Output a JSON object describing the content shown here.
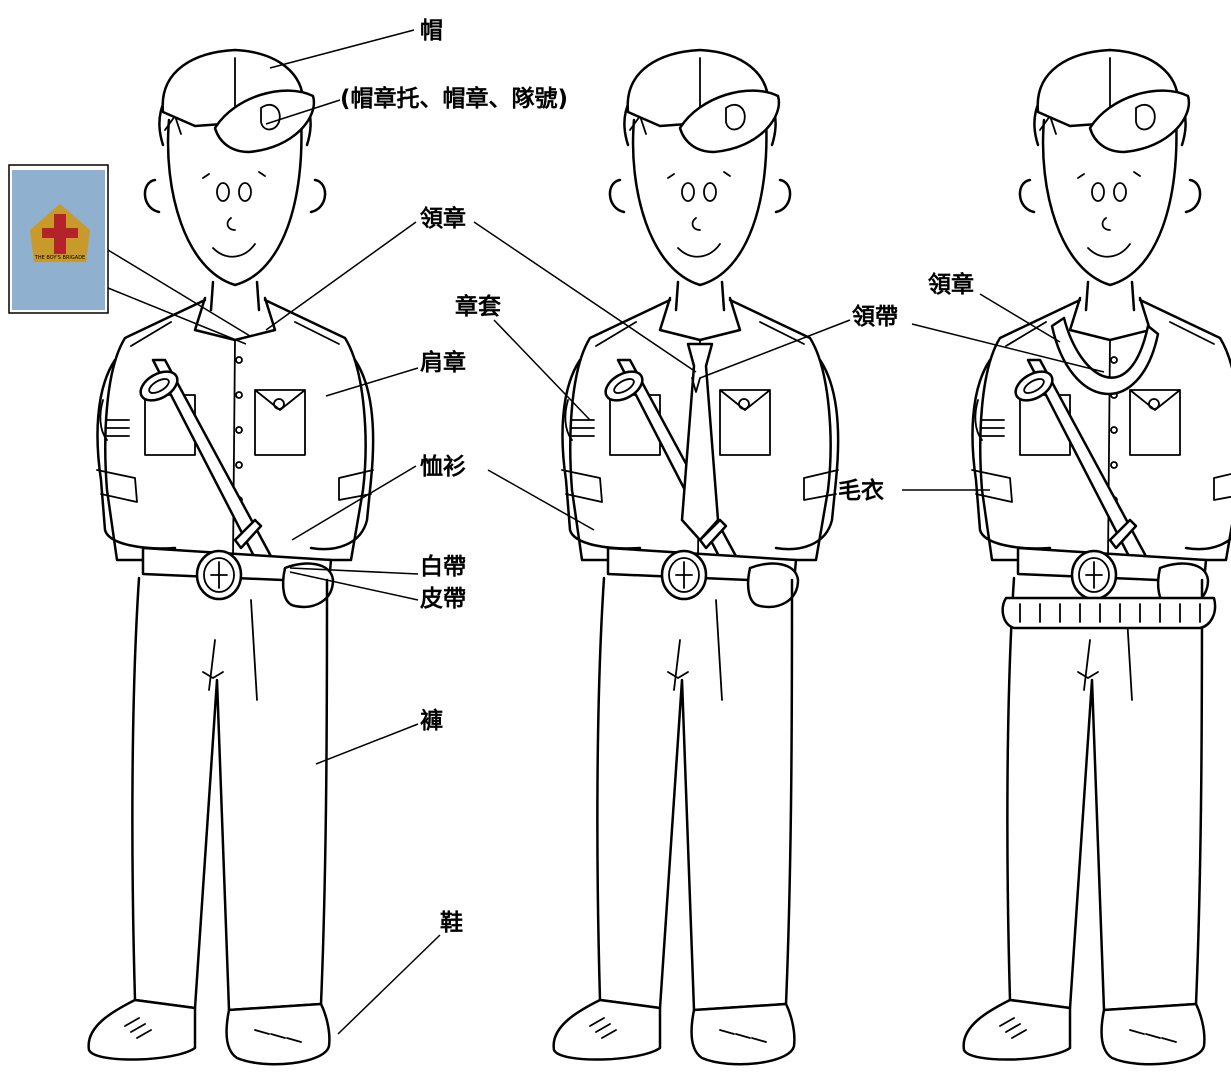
{
  "labels": {
    "hat": "帽",
    "hat_parts": "(帽章托、帽章、隊號)",
    "collar_badge": "領章",
    "badge_holder": "章套",
    "shoulder_badge": "肩章",
    "shirt": "恤衫",
    "white_belt": "白帶",
    "leather_belt": "皮帶",
    "trousers": "褲",
    "shoes": "鞋",
    "collar_badge_2": "領章",
    "necktie": "領帶",
    "sweater": "毛衣"
  },
  "inset_photo": {
    "caption": "THE BOY'S BRIGADE",
    "background": "#8fb0cf",
    "badge_gold": "#c89a2a",
    "badge_red": "#b5232a"
  },
  "colors": {
    "line": "#000000",
    "background": "#ffffff"
  }
}
